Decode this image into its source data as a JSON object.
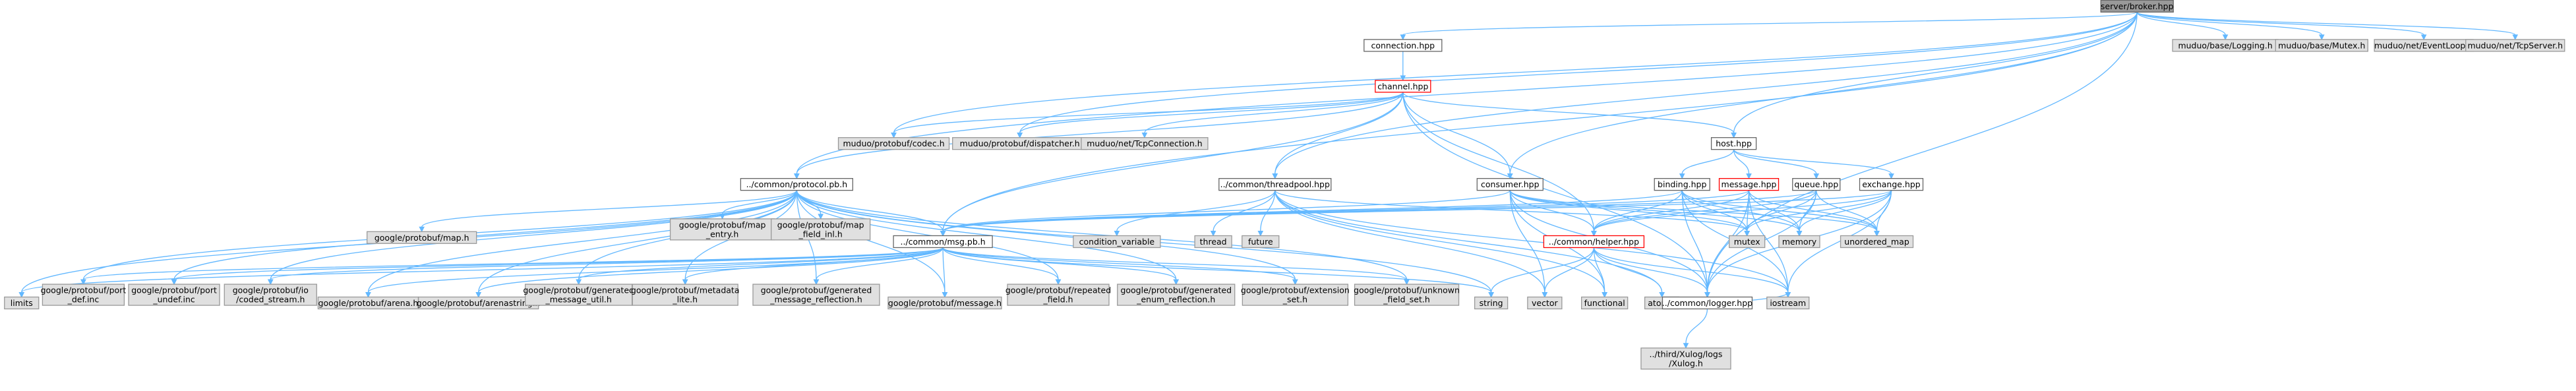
{
  "colors": {
    "root_fill": "#999999",
    "root_stroke": "#666666",
    "documented_fill": "#ffffff",
    "documented_stroke": "#666666",
    "highlight_stroke": "#ff0000",
    "external_fill": "#e0e0e0",
    "external_stroke": "#999999",
    "edge": "#63b8ff"
  },
  "nodes": [
    {
      "id": "broker",
      "lines": [
        "server/broker.hpp"
      ],
      "kind": "root"
    },
    {
      "id": "connection",
      "lines": [
        "connection.hpp"
      ],
      "kind": "doc"
    },
    {
      "id": "logging",
      "lines": [
        "muduo/base/Logging.h"
      ],
      "kind": "ext"
    },
    {
      "id": "mutexh",
      "lines": [
        "muduo/base/Mutex.h"
      ],
      "kind": "ext"
    },
    {
      "id": "eventloop",
      "lines": [
        "muduo/net/EventLoop.h"
      ],
      "kind": "ext"
    },
    {
      "id": "tcpserver",
      "lines": [
        "muduo/net/TcpServer.h"
      ],
      "kind": "ext"
    },
    {
      "id": "channel",
      "lines": [
        "channel.hpp"
      ],
      "kind": "warn"
    },
    {
      "id": "codec",
      "lines": [
        "muduo/protobuf/codec.h"
      ],
      "kind": "ext"
    },
    {
      "id": "dispatcher",
      "lines": [
        "muduo/protobuf/dispatcher.h"
      ],
      "kind": "ext"
    },
    {
      "id": "tcpconn",
      "lines": [
        "muduo/net/TcpConnection.h"
      ],
      "kind": "ext"
    },
    {
      "id": "host",
      "lines": [
        "host.hpp"
      ],
      "kind": "doc"
    },
    {
      "id": "protocol",
      "lines": [
        "../common/protocol.pb.h"
      ],
      "kind": "doc"
    },
    {
      "id": "threadpool",
      "lines": [
        "../common/threadpool.hpp"
      ],
      "kind": "doc"
    },
    {
      "id": "consumer",
      "lines": [
        "consumer.hpp"
      ],
      "kind": "doc"
    },
    {
      "id": "binding",
      "lines": [
        "binding.hpp"
      ],
      "kind": "doc"
    },
    {
      "id": "message",
      "lines": [
        "message.hpp"
      ],
      "kind": "warn"
    },
    {
      "id": "queue",
      "lines": [
        "queue.hpp"
      ],
      "kind": "doc"
    },
    {
      "id": "exchange",
      "lines": [
        "exchange.hpp"
      ],
      "kind": "doc"
    },
    {
      "id": "pbmap",
      "lines": [
        "google/protobuf/map.h"
      ],
      "kind": "ext"
    },
    {
      "id": "mapentry",
      "lines": [
        "google/protobuf/map",
        "_entry.h"
      ],
      "kind": "ext"
    },
    {
      "id": "mapfieldinl",
      "lines": [
        "google/protobuf/map",
        "_field_inl.h"
      ],
      "kind": "ext"
    },
    {
      "id": "msgpb",
      "lines": [
        "../common/msg.pb.h"
      ],
      "kind": "doc"
    },
    {
      "id": "condvar",
      "lines": [
        "condition_variable"
      ],
      "kind": "ext"
    },
    {
      "id": "thread",
      "lines": [
        "thread"
      ],
      "kind": "ext"
    },
    {
      "id": "future",
      "lines": [
        "future"
      ],
      "kind": "ext"
    },
    {
      "id": "helper",
      "lines": [
        "../common/helper.hpp"
      ],
      "kind": "warn"
    },
    {
      "id": "mutex",
      "lines": [
        "mutex"
      ],
      "kind": "ext"
    },
    {
      "id": "memory",
      "lines": [
        "memory"
      ],
      "kind": "ext"
    },
    {
      "id": "umap",
      "lines": [
        "unordered_map"
      ],
      "kind": "ext"
    },
    {
      "id": "limits",
      "lines": [
        "limits"
      ],
      "kind": "ext"
    },
    {
      "id": "portdef",
      "lines": [
        "google/protobuf/port",
        "_def.inc"
      ],
      "kind": "ext"
    },
    {
      "id": "portundef",
      "lines": [
        "google/protobuf/port",
        "_undef.inc"
      ],
      "kind": "ext"
    },
    {
      "id": "codedstream",
      "lines": [
        "google/protobuf/io",
        "/coded_stream.h"
      ],
      "kind": "ext"
    },
    {
      "id": "arena",
      "lines": [
        "google/protobuf/arena.h"
      ],
      "kind": "ext"
    },
    {
      "id": "arenastring",
      "lines": [
        "google/protobuf/arenastring.h"
      ],
      "kind": "ext"
    },
    {
      "id": "genmsgutil",
      "lines": [
        "google/protobuf/generated",
        "_message_util.h"
      ],
      "kind": "ext"
    },
    {
      "id": "metadatalite",
      "lines": [
        "google/protobuf/metadata",
        "_lite.h"
      ],
      "kind": "ext"
    },
    {
      "id": "genmsgrefl",
      "lines": [
        "google/protobuf/generated",
        "_message_reflection.h"
      ],
      "kind": "ext"
    },
    {
      "id": "pbmessage",
      "lines": [
        "google/protobuf/message.h"
      ],
      "kind": "ext"
    },
    {
      "id": "repeated",
      "lines": [
        "google/protobuf/repeated",
        "_field.h"
      ],
      "kind": "ext"
    },
    {
      "id": "genenum",
      "lines": [
        "google/protobuf/generated",
        "_enum_reflection.h"
      ],
      "kind": "ext"
    },
    {
      "id": "extset",
      "lines": [
        "google/protobuf/extension",
        "_set.h"
      ],
      "kind": "ext"
    },
    {
      "id": "unknownset",
      "lines": [
        "google/protobuf/unknown",
        "_field_set.h"
      ],
      "kind": "ext"
    },
    {
      "id": "string",
      "lines": [
        "string"
      ],
      "kind": "ext"
    },
    {
      "id": "vector",
      "lines": [
        "vector"
      ],
      "kind": "ext"
    },
    {
      "id": "functional",
      "lines": [
        "functional"
      ],
      "kind": "ext"
    },
    {
      "id": "atomic",
      "lines": [
        "atomic"
      ],
      "kind": "ext"
    },
    {
      "id": "logger",
      "lines": [
        "../common/logger.hpp"
      ],
      "kind": "doc"
    },
    {
      "id": "iostream",
      "lines": [
        "iostream"
      ],
      "kind": "ext"
    },
    {
      "id": "xlog",
      "lines": [
        "../third/Xulog/logs",
        "/Xulog.h"
      ],
      "kind": "ext"
    }
  ],
  "edges": [
    [
      "broker",
      "connection"
    ],
    [
      "broker",
      "logging"
    ],
    [
      "broker",
      "mutexh"
    ],
    [
      "broker",
      "eventloop"
    ],
    [
      "broker",
      "tcpserver"
    ],
    [
      "broker",
      "codec"
    ],
    [
      "broker",
      "dispatcher"
    ],
    [
      "broker",
      "host"
    ],
    [
      "broker",
      "protocol"
    ],
    [
      "broker",
      "threadpool"
    ],
    [
      "broker",
      "consumer"
    ],
    [
      "broker",
      "msgpb"
    ],
    [
      "broker",
      "logger"
    ],
    [
      "connection",
      "channel"
    ],
    [
      "channel",
      "codec"
    ],
    [
      "channel",
      "dispatcher"
    ],
    [
      "channel",
      "tcpconn"
    ],
    [
      "channel",
      "host"
    ],
    [
      "channel",
      "protocol"
    ],
    [
      "channel",
      "threadpool"
    ],
    [
      "channel",
      "consumer"
    ],
    [
      "channel",
      "msgpb"
    ],
    [
      "channel",
      "helper"
    ],
    [
      "channel",
      "logger"
    ],
    [
      "host",
      "binding"
    ],
    [
      "host",
      "message"
    ],
    [
      "host",
      "queue"
    ],
    [
      "host",
      "exchange"
    ],
    [
      "protocol",
      "pbmap"
    ],
    [
      "protocol",
      "mapentry"
    ],
    [
      "protocol",
      "mapfieldinl"
    ],
    [
      "protocol",
      "msgpb"
    ],
    [
      "protocol",
      "limits"
    ],
    [
      "protocol",
      "portdef"
    ],
    [
      "protocol",
      "portundef"
    ],
    [
      "protocol",
      "codedstream"
    ],
    [
      "protocol",
      "arena"
    ],
    [
      "protocol",
      "arenastring"
    ],
    [
      "protocol",
      "genmsgutil"
    ],
    [
      "protocol",
      "metadatalite"
    ],
    [
      "protocol",
      "genmsgrefl"
    ],
    [
      "protocol",
      "pbmessage"
    ],
    [
      "protocol",
      "repeated"
    ],
    [
      "protocol",
      "genenum"
    ],
    [
      "protocol",
      "extset"
    ],
    [
      "protocol",
      "unknownset"
    ],
    [
      "protocol",
      "string"
    ],
    [
      "threadpool",
      "condvar"
    ],
    [
      "threadpool",
      "thread"
    ],
    [
      "threadpool",
      "future"
    ],
    [
      "threadpool",
      "mutex"
    ],
    [
      "threadpool",
      "vector"
    ],
    [
      "threadpool",
      "functional"
    ],
    [
      "threadpool",
      "atomic"
    ],
    [
      "threadpool",
      "iostream"
    ],
    [
      "consumer",
      "helper"
    ],
    [
      "consumer",
      "msgpb"
    ],
    [
      "consumer",
      "logger"
    ],
    [
      "consumer",
      "mutex"
    ],
    [
      "consumer",
      "memory"
    ],
    [
      "consumer",
      "umap"
    ],
    [
      "consumer",
      "vector"
    ],
    [
      "consumer",
      "functional"
    ],
    [
      "binding",
      "helper"
    ],
    [
      "binding",
      "logger"
    ],
    [
      "binding",
      "msgpb"
    ],
    [
      "binding",
      "mutex"
    ],
    [
      "binding",
      "memory"
    ],
    [
      "binding",
      "umap"
    ],
    [
      "binding",
      "iostream"
    ],
    [
      "message",
      "helper"
    ],
    [
      "message",
      "logger"
    ],
    [
      "message",
      "msgpb"
    ],
    [
      "message",
      "mutex"
    ],
    [
      "message",
      "memory"
    ],
    [
      "message",
      "umap"
    ],
    [
      "message",
      "iostream"
    ],
    [
      "queue",
      "helper"
    ],
    [
      "queue",
      "logger"
    ],
    [
      "queue",
      "msgpb"
    ],
    [
      "queue",
      "mutex"
    ],
    [
      "queue",
      "memory"
    ],
    [
      "queue",
      "umap"
    ],
    [
      "exchange",
      "helper"
    ],
    [
      "exchange",
      "logger"
    ],
    [
      "exchange",
      "msgpb"
    ],
    [
      "exchange",
      "mutex"
    ],
    [
      "exchange",
      "memory"
    ],
    [
      "exchange",
      "umap"
    ],
    [
      "exchange",
      "iostream"
    ],
    [
      "msgpb",
      "limits"
    ],
    [
      "msgpb",
      "portdef"
    ],
    [
      "msgpb",
      "portundef"
    ],
    [
      "msgpb",
      "codedstream"
    ],
    [
      "msgpb",
      "arena"
    ],
    [
      "msgpb",
      "arenastring"
    ],
    [
      "msgpb",
      "genmsgutil"
    ],
    [
      "msgpb",
      "metadatalite"
    ],
    [
      "msgpb",
      "genmsgrefl"
    ],
    [
      "msgpb",
      "pbmessage"
    ],
    [
      "msgpb",
      "repeated"
    ],
    [
      "msgpb",
      "genenum"
    ],
    [
      "msgpb",
      "extset"
    ],
    [
      "msgpb",
      "unknownset"
    ],
    [
      "msgpb",
      "string"
    ],
    [
      "helper",
      "string"
    ],
    [
      "helper",
      "vector"
    ],
    [
      "helper",
      "functional"
    ],
    [
      "helper",
      "atomic"
    ],
    [
      "helper",
      "logger"
    ],
    [
      "helper",
      "iostream"
    ],
    [
      "logger",
      "xlog"
    ],
    [
      "logger",
      "iostream"
    ]
  ]
}
